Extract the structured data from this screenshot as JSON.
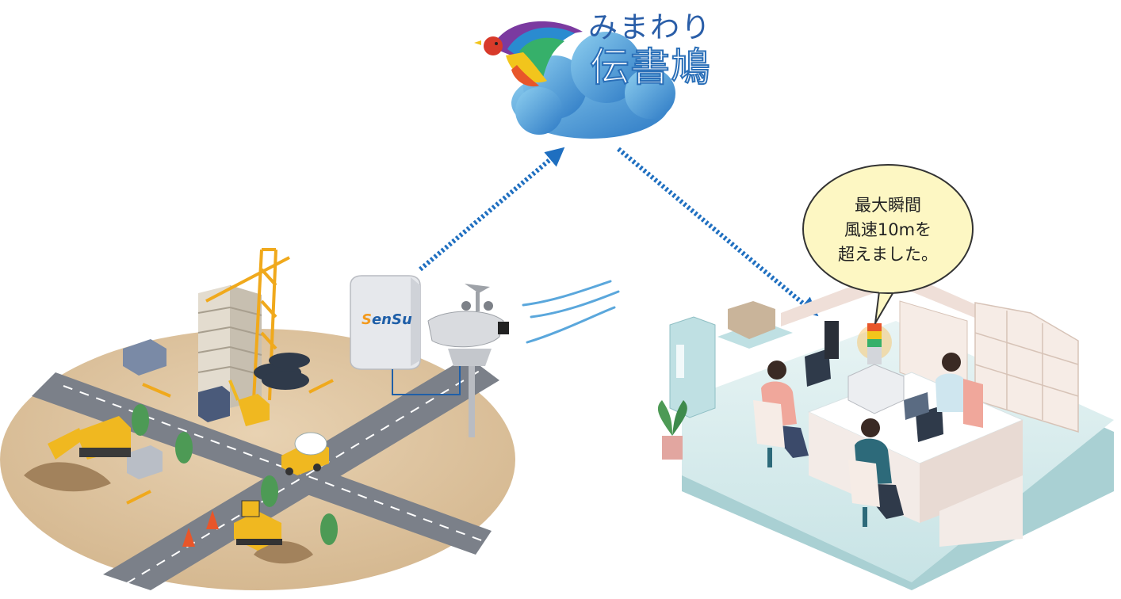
{
  "brand": {
    "name_small": "みまわり",
    "name_large": "伝書鳩",
    "colors": {
      "cloud": "#5aa7dc",
      "text": "#2a5ea8"
    }
  },
  "device": {
    "logo_text_prefix": "S",
    "logo_text_rest": "enSu"
  },
  "alert": {
    "lines": [
      "最大瞬間",
      "風速10mを",
      "超えました。"
    ],
    "bubble_color": "#fdf7c3"
  },
  "scene": {
    "left": "construction-site",
    "right": "office",
    "arrow_color": "#1f6fc0"
  }
}
